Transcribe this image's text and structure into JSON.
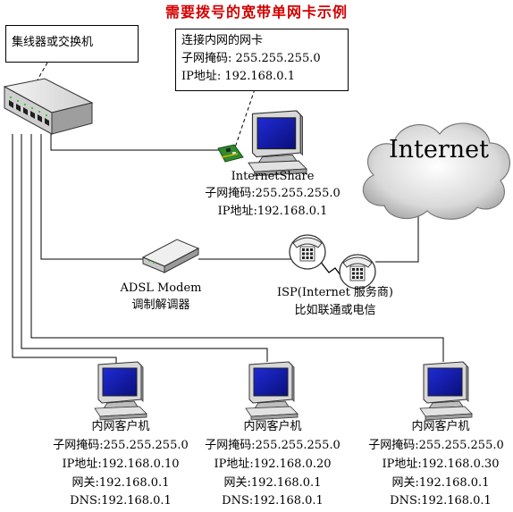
{
  "title": "需要拨号的宽带单网卡示例",
  "hub_label": "集线器或交换机",
  "nic_callout": {
    "line1": "连接内网的网卡",
    "line2": "子网掩码: 255.255.255.0",
    "line3": "IP地址: 192.168.0.1"
  },
  "internet_share": {
    "name": "InternetShare",
    "mask": "子网掩码:255.255.255.0",
    "ip": "IP地址:192.168.0.1"
  },
  "cloud_label": "Internet",
  "modem": {
    "line1": "ADSL Modem",
    "line2": "调制解调器"
  },
  "isp": {
    "line1": "ISP(Internet 服务商)",
    "line2": "比如联通或电信"
  },
  "clients": [
    {
      "name": "内网客户机",
      "mask": "子网掩码:255.255.255.0",
      "ip": "IP地址:192.168.0.10",
      "gw": "网关:192.168.0.1",
      "dns": "DNS:192.168.0.1"
    },
    {
      "name": "内网客户机",
      "mask": "子网掩码:255.255.255.0",
      "ip": "IP地址:192.168.0.20",
      "gw": "网关:192.168.0.1",
      "dns": "DNS:192.168.0.1"
    },
    {
      "name": "内网客户机",
      "mask": "子网掩码:255.255.255.0",
      "ip": "IP地址:192.168.0.30",
      "gw": "网关:192.168.0.1",
      "dns": "DNS:192.168.0.1"
    }
  ]
}
